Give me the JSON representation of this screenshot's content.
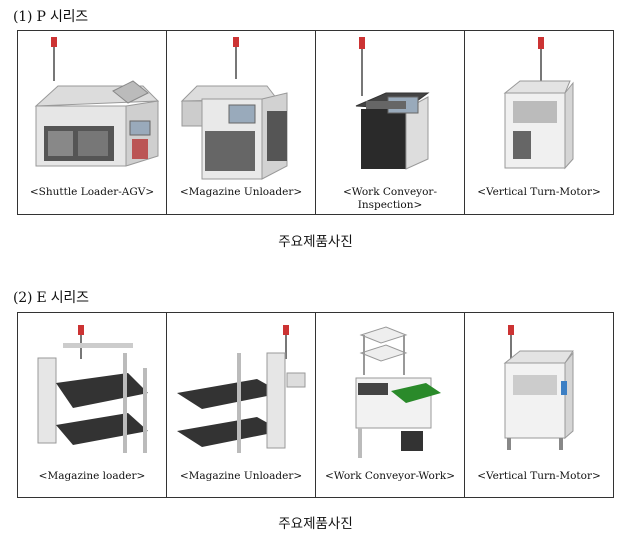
{
  "sections": [
    {
      "heading": "(1) P 시리즈",
      "items": [
        {
          "label": "<Shuttle Loader-AGV>"
        },
        {
          "label": "<Magazine Unloader>"
        },
        {
          "label": "<Work Conveyor-\nInspection>"
        },
        {
          "label": "<Vertical Turn-Motor>"
        }
      ],
      "caption": "주요제품사진"
    },
    {
      "heading": "(2) E 시리즈",
      "items": [
        {
          "label": "<Magazine loader>"
        },
        {
          "label": "<Magazine Unloader>"
        },
        {
          "label": "<Work Conveyor-Work>"
        },
        {
          "label": "<Vertical Turn-Motor>"
        }
      ],
      "caption": "주요제품사진"
    }
  ]
}
